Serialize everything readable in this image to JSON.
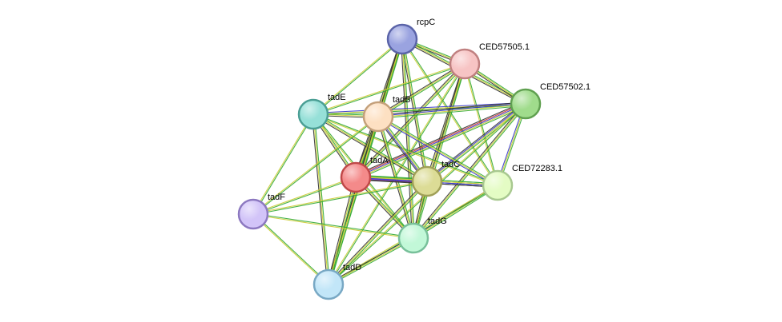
{
  "network": {
    "nodes": [
      {
        "id": "rcpC",
        "label": "rcpC",
        "color": "#9aa3e0",
        "stroke": "#5a63a8"
      },
      {
        "id": "CED57505.1",
        "label": "CED57505.1",
        "color": "#f7c4c4",
        "stroke": "#c08080"
      },
      {
        "id": "CED57502.1",
        "label": "CED57502.1",
        "color": "#a0dc8c",
        "stroke": "#60a050"
      },
      {
        "id": "tadE",
        "label": "tadE",
        "color": "#96e0d8",
        "stroke": "#4a9e94"
      },
      {
        "id": "tadB",
        "label": "tadB",
        "color": "#fde0c2",
        "stroke": "#c4a07a"
      },
      {
        "id": "tadA",
        "label": "tadA",
        "color": "#f48a8a",
        "stroke": "#c04848"
      },
      {
        "id": "tadC",
        "label": "tadC",
        "color": "#dcdc96",
        "stroke": "#a0a058"
      },
      {
        "id": "CED72283.1",
        "label": "CED72283.1",
        "color": "#e4fcc4",
        "stroke": "#a8c890"
      },
      {
        "id": "tadF",
        "label": "tadF",
        "color": "#d2c4f8",
        "stroke": "#8c78c0"
      },
      {
        "id": "tadG",
        "label": "tadG",
        "color": "#c2f8d8",
        "stroke": "#78c09a"
      },
      {
        "id": "tadD",
        "label": "tadD",
        "color": "#c2e6f8",
        "stroke": "#78a8c4"
      }
    ],
    "edges": [
      {
        "source": "rcpC",
        "target": "CED57505.1",
        "colors": [
          "#33aa33",
          "#cccc33",
          "#333333"
        ]
      },
      {
        "source": "rcpC",
        "target": "CED57502.1",
        "colors": [
          "#33aa33",
          "#cccc33",
          "#333333"
        ]
      },
      {
        "source": "rcpC",
        "target": "tadE",
        "colors": [
          "#33aa33",
          "#cccc33"
        ]
      },
      {
        "source": "rcpC",
        "target": "tadB",
        "colors": [
          "#33aa33",
          "#cccc33",
          "#333333"
        ]
      },
      {
        "source": "rcpC",
        "target": "tadA",
        "colors": [
          "#33aa33",
          "#cccc33",
          "#333333"
        ]
      },
      {
        "source": "rcpC",
        "target": "tadC",
        "colors": [
          "#33aa33",
          "#cccc33",
          "#333333"
        ]
      },
      {
        "source": "rcpC",
        "target": "CED72283.1",
        "colors": [
          "#33aa33",
          "#cccc33"
        ]
      },
      {
        "source": "rcpC",
        "target": "tadG",
        "colors": [
          "#33aa33",
          "#cccc33",
          "#333333"
        ]
      },
      {
        "source": "rcpC",
        "target": "tadD",
        "colors": [
          "#33aa33",
          "#cccc33",
          "#333333"
        ]
      },
      {
        "source": "CED57505.1",
        "target": "CED57502.1",
        "colors": [
          "#33aa33",
          "#cccc33",
          "#333333"
        ]
      },
      {
        "source": "CED57505.1",
        "target": "tadE",
        "colors": [
          "#33aa33",
          "#cccc33"
        ]
      },
      {
        "source": "CED57505.1",
        "target": "tadB",
        "colors": [
          "#33aa33",
          "#cccc33",
          "#333333"
        ]
      },
      {
        "source": "CED57505.1",
        "target": "tadA",
        "colors": [
          "#33aa33",
          "#cccc33",
          "#333333"
        ]
      },
      {
        "source": "CED57505.1",
        "target": "tadC",
        "colors": [
          "#33aa33",
          "#cccc33",
          "#333333"
        ]
      },
      {
        "source": "CED57505.1",
        "target": "CED72283.1",
        "colors": [
          "#33aa33",
          "#cccc33"
        ]
      },
      {
        "source": "CED57505.1",
        "target": "tadG",
        "colors": [
          "#33aa33",
          "#cccc33",
          "#333333"
        ]
      },
      {
        "source": "CED57505.1",
        "target": "tadD",
        "colors": [
          "#33aa33",
          "#cccc33"
        ]
      },
      {
        "source": "CED57502.1",
        "target": "tadE",
        "colors": [
          "#33aa33",
          "#cccc33",
          "#3333cc"
        ]
      },
      {
        "source": "CED57502.1",
        "target": "tadB",
        "colors": [
          "#33aa33",
          "#cccc33",
          "#3333cc",
          "#333333"
        ]
      },
      {
        "source": "CED57502.1",
        "target": "tadA",
        "colors": [
          "#33aa33",
          "#cccc33",
          "#3333cc",
          "#cc3333",
          "#333333"
        ]
      },
      {
        "source": "CED57502.1",
        "target": "tadC",
        "colors": [
          "#33aa33",
          "#cccc33",
          "#3333cc",
          "#333333"
        ]
      },
      {
        "source": "CED57502.1",
        "target": "CED72283.1",
        "colors": [
          "#33aa33",
          "#cccc33",
          "#3333cc"
        ]
      },
      {
        "source": "CED57502.1",
        "target": "tadG",
        "colors": [
          "#33aa33",
          "#cccc33",
          "#333333"
        ]
      },
      {
        "source": "CED57502.1",
        "target": "tadD",
        "colors": [
          "#33aa33",
          "#cccc33"
        ]
      },
      {
        "source": "tadE",
        "target": "tadB",
        "colors": [
          "#33aa33",
          "#cccc33",
          "#333333"
        ]
      },
      {
        "source": "tadE",
        "target": "tadA",
        "colors": [
          "#33aa33",
          "#cccc33",
          "#333333"
        ]
      },
      {
        "source": "tadE",
        "target": "tadC",
        "colors": [
          "#33aa33",
          "#cccc33",
          "#333333"
        ]
      },
      {
        "source": "tadE",
        "target": "CED72283.1",
        "colors": [
          "#33aa33",
          "#cccc33"
        ]
      },
      {
        "source": "tadE",
        "target": "tadF",
        "colors": [
          "#33aa33",
          "#cccc33"
        ]
      },
      {
        "source": "tadE",
        "target": "tadG",
        "colors": [
          "#33aa33",
          "#cccc33"
        ]
      },
      {
        "source": "tadE",
        "target": "tadD",
        "colors": [
          "#33aa33",
          "#cccc33",
          "#333333"
        ]
      },
      {
        "source": "tadB",
        "target": "tadA",
        "colors": [
          "#33aa33",
          "#cccc33",
          "#333333"
        ]
      },
      {
        "source": "tadB",
        "target": "tadC",
        "colors": [
          "#33aa33",
          "#cccc33",
          "#3333cc",
          "#333333"
        ]
      },
      {
        "source": "tadB",
        "target": "CED72283.1",
        "colors": [
          "#33aa33",
          "#cccc33",
          "#3333cc"
        ]
      },
      {
        "source": "tadB",
        "target": "tadF",
        "colors": [
          "#33aa33",
          "#cccc33"
        ]
      },
      {
        "source": "tadB",
        "target": "tadG",
        "colors": [
          "#33aa33",
          "#cccc33",
          "#333333"
        ]
      },
      {
        "source": "tadB",
        "target": "tadD",
        "colors": [
          "#33aa33",
          "#cccc33",
          "#333333"
        ]
      },
      {
        "source": "tadA",
        "target": "tadC",
        "colors": [
          "#33aa33",
          "#cccc33",
          "#3333cc",
          "#cc33cc",
          "#333333"
        ]
      },
      {
        "source": "tadA",
        "target": "CED72283.1",
        "colors": [
          "#33aa33",
          "#cccc33",
          "#3333cc",
          "#333333"
        ]
      },
      {
        "source": "tadA",
        "target": "tadF",
        "colors": [
          "#33aa33",
          "#cccc33"
        ]
      },
      {
        "source": "tadA",
        "target": "tadG",
        "colors": [
          "#33aa33",
          "#cccc33",
          "#333333"
        ]
      },
      {
        "source": "tadA",
        "target": "tadD",
        "colors": [
          "#33aa33",
          "#cccc33",
          "#333333"
        ]
      },
      {
        "source": "tadC",
        "target": "CED72283.1",
        "colors": [
          "#33aa33",
          "#cccc33",
          "#3333cc",
          "#333333"
        ]
      },
      {
        "source": "tadC",
        "target": "tadF",
        "colors": [
          "#33aa33",
          "#cccc33"
        ]
      },
      {
        "source": "tadC",
        "target": "tadG",
        "colors": [
          "#33aa33",
          "#cccc33",
          "#333333"
        ]
      },
      {
        "source": "tadC",
        "target": "tadD",
        "colors": [
          "#33aa33",
          "#cccc33",
          "#333333"
        ]
      },
      {
        "source": "CED72283.1",
        "target": "tadG",
        "colors": [
          "#33aa33",
          "#cccc33",
          "#333333"
        ]
      },
      {
        "source": "CED72283.1",
        "target": "tadD",
        "colors": [
          "#33aa33",
          "#cccc33"
        ]
      },
      {
        "source": "tadF",
        "target": "tadG",
        "colors": [
          "#33aa33",
          "#cccc33"
        ]
      },
      {
        "source": "tadF",
        "target": "tadD",
        "colors": [
          "#33aa33",
          "#cccc33"
        ]
      },
      {
        "source": "tadG",
        "target": "tadD",
        "colors": [
          "#33aa33",
          "#cccc33",
          "#333333"
        ]
      }
    ]
  }
}
